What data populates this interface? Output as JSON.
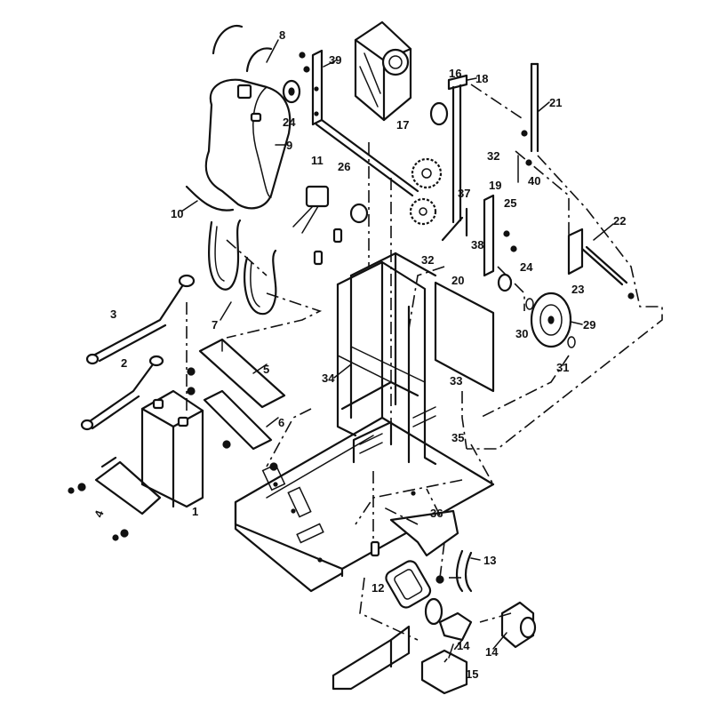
{
  "callouts": [
    {
      "id": "c1",
      "text": "1"
    },
    {
      "id": "c2",
      "text": "2"
    },
    {
      "id": "c3",
      "text": "3"
    },
    {
      "id": "c4",
      "text": "4"
    },
    {
      "id": "c5",
      "text": "5"
    },
    {
      "id": "c6",
      "text": "6"
    },
    {
      "id": "c7",
      "text": "7"
    },
    {
      "id": "c8",
      "text": "8"
    },
    {
      "id": "c9",
      "text": "9"
    },
    {
      "id": "c10",
      "text": "10"
    },
    {
      "id": "c11",
      "text": "11"
    },
    {
      "id": "c12",
      "text": "12"
    },
    {
      "id": "c13",
      "text": "13"
    },
    {
      "id": "c14a",
      "text": "14"
    },
    {
      "id": "c14b",
      "text": "14"
    },
    {
      "id": "c15",
      "text": "15"
    },
    {
      "id": "c16",
      "text": "16"
    },
    {
      "id": "c17",
      "text": "17"
    },
    {
      "id": "c18",
      "text": "18"
    },
    {
      "id": "c19",
      "text": "19"
    },
    {
      "id": "c20",
      "text": "20"
    },
    {
      "id": "c21",
      "text": "21"
    },
    {
      "id": "c22",
      "text": "22"
    },
    {
      "id": "c23",
      "text": "23"
    },
    {
      "id": "c24a",
      "text": "24"
    },
    {
      "id": "c24b",
      "text": "24"
    },
    {
      "id": "c25",
      "text": "25"
    },
    {
      "id": "c26",
      "text": "26"
    },
    {
      "id": "c29",
      "text": "29"
    },
    {
      "id": "c30",
      "text": "30"
    },
    {
      "id": "c31",
      "text": "31"
    },
    {
      "id": "c32a",
      "text": "32"
    },
    {
      "id": "c32b",
      "text": "32"
    },
    {
      "id": "c33",
      "text": "33"
    },
    {
      "id": "c34",
      "text": "34"
    },
    {
      "id": "c35",
      "text": "35"
    },
    {
      "id": "c36",
      "text": "36"
    },
    {
      "id": "c37",
      "text": "37"
    },
    {
      "id": "c38",
      "text": "38"
    },
    {
      "id": "c39",
      "text": "39"
    },
    {
      "id": "c40",
      "text": "40"
    }
  ]
}
